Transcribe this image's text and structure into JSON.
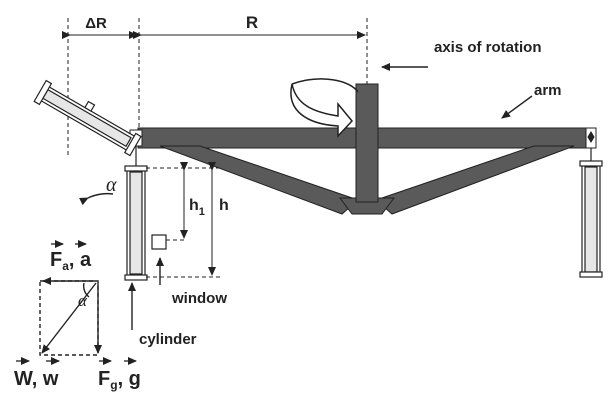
{
  "labels": {
    "delta_r": "ΔR",
    "r": "R",
    "axis_of_rotation": "axis of rotation",
    "arm": "arm",
    "alpha": "α",
    "h1_main": "h",
    "h1_sub": "1",
    "h": "h",
    "window": "window",
    "cylinder": "cylinder",
    "alpha_vec": "α"
  },
  "vectors": {
    "fa_main": "F",
    "fa_sub": "a",
    "fa_rest": ", a",
    "w_text": "W, w",
    "fg_main": "F",
    "fg_sub": "g",
    "fg_rest": ", g"
  },
  "colors": {
    "ink": "#222222",
    "arm_fill": "#5a5a5a",
    "cyl_fill": "#e6e6e6"
  }
}
